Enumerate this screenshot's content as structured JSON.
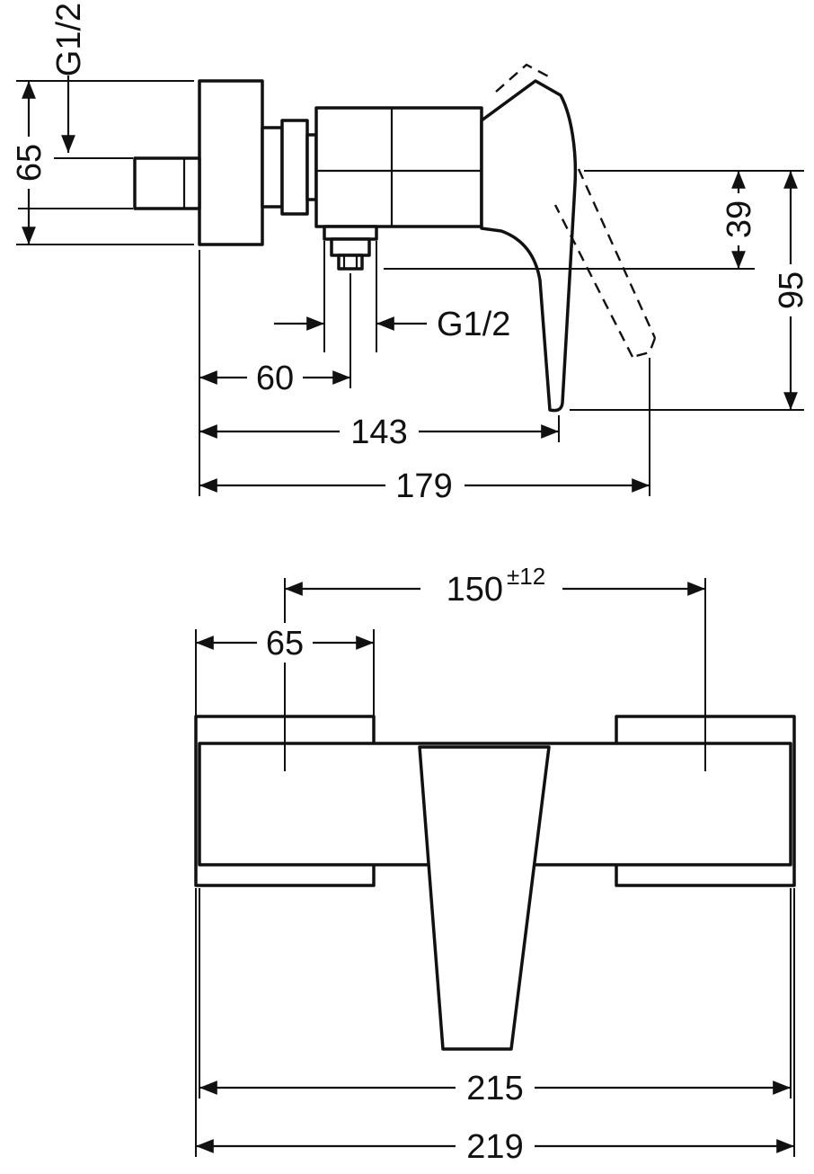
{
  "page": {
    "background": "#ffffff",
    "line_color": "#111111",
    "description": "Technical dimensional drawing of an exposed single-lever shower mixer, side view and front view"
  },
  "dims": {
    "top": {
      "inlet_thread": "G1/2",
      "plate_height": "65",
      "axis_to_outlet": "39",
      "axis_to_handle_tip": "95",
      "outlet_thread": "G1/2",
      "wall_to_outlet_center": "60",
      "wall_to_handle_closed": "143",
      "wall_to_handle_open": "179"
    },
    "front": {
      "hose_centers": "150",
      "hose_centers_tolerance": "±12",
      "escutcheon_width": "65",
      "body_width": "215",
      "overall_width": "219"
    }
  }
}
